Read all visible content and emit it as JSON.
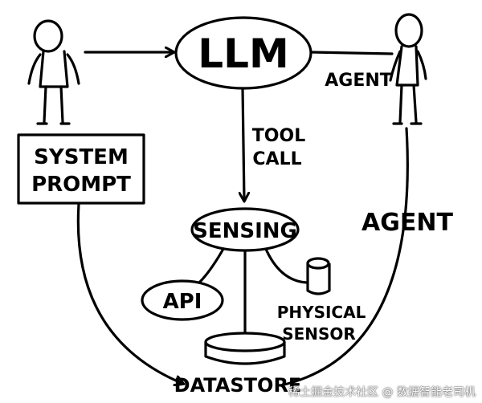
{
  "nodes": {
    "llm": "LLM",
    "agent_top": "AGENT",
    "tool_call_line1": "TOOL",
    "tool_call_line2": "CALL",
    "system_prompt_line1": "SYSTEM",
    "system_prompt_line2": "PROMPT",
    "sensing": "SENSING",
    "agent_side": "AGENT",
    "api": "API",
    "physical_sensor_line1": "PHYSICAL",
    "physical_sensor_line2": "SENSOR",
    "datastore": "DATASTORE"
  },
  "watermark": "稀土掘金技术社区 @ 数据智能老司机"
}
